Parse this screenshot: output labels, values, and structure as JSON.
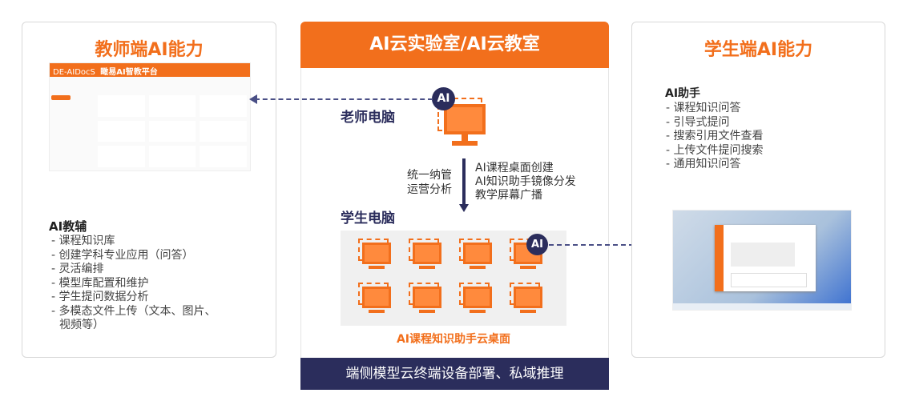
{
  "teacher": {
    "title": "教师端AI能力",
    "screenshot": {
      "brand": "DE-AIDocS",
      "platform": "瞰易AI智教平台"
    },
    "sub": "AI教辅",
    "items": [
      "- 课程知识库",
      "- 创建学科专业应用（问答）",
      "- 灵活编排",
      "- 模型库配置和维护",
      "- 学生提问数据分析",
      "- 多模态文件上传（文本、图片、",
      "  视频等）"
    ]
  },
  "center": {
    "title": "AI云实验室/AI云教室",
    "teacher_pc": "老师电脑",
    "ai_badge": "AI",
    "left_ops": [
      "统一纳管",
      "运营分析"
    ],
    "right_ops": [
      "AI课程桌面创建",
      "AI知识助手镜像分发",
      "教学屏幕广播"
    ],
    "student_pc": "学生电脑",
    "caption": "AI课程知识助手云桌面",
    "footer": "端侧模型云终端设备部署、私域推理"
  },
  "student": {
    "title": "学生端AI能力",
    "sub": "AI助手",
    "items": [
      "- 课程知识问答",
      "- 引导式提问",
      "- 搜索引用文件查看",
      "- 上传文件提问搜索",
      "- 通用知识问答"
    ]
  },
  "colors": {
    "orange": "#f26f1c",
    "navy": "#2b2d5c"
  }
}
